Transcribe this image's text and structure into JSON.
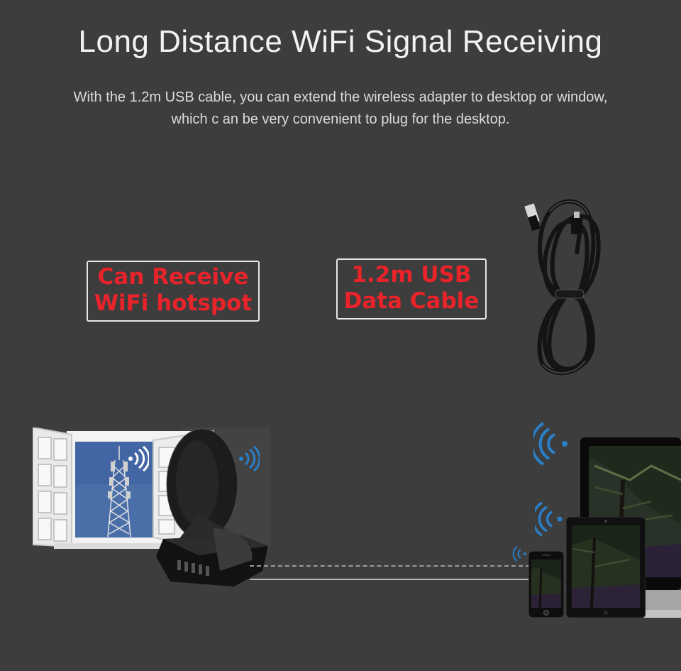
{
  "header": {
    "title": "Long Distance WiFi Signal Receiving",
    "description_line1": "With the 1.2m USB cable, you can extend the wireless adapter to desktop or window,",
    "description_line2": "which c an be very convenient to plug for the desktop."
  },
  "labels": {
    "hotspot": {
      "line1": "Can Receive",
      "line2": "WiFi hotspot"
    },
    "cable": {
      "line1": "1.2m USB",
      "line2": "Data Cable"
    }
  },
  "icons": [
    "usb-cable-icon",
    "window-icon",
    "cell-tower-icon",
    "wifi-signal-icon",
    "wifi-adapter-icon",
    "monitor-icon",
    "tablet-icon",
    "phone-icon"
  ],
  "colors": {
    "background": "#3d3d3d",
    "label_red": "#e8232a",
    "signal_blue": "#2a7fc9"
  }
}
